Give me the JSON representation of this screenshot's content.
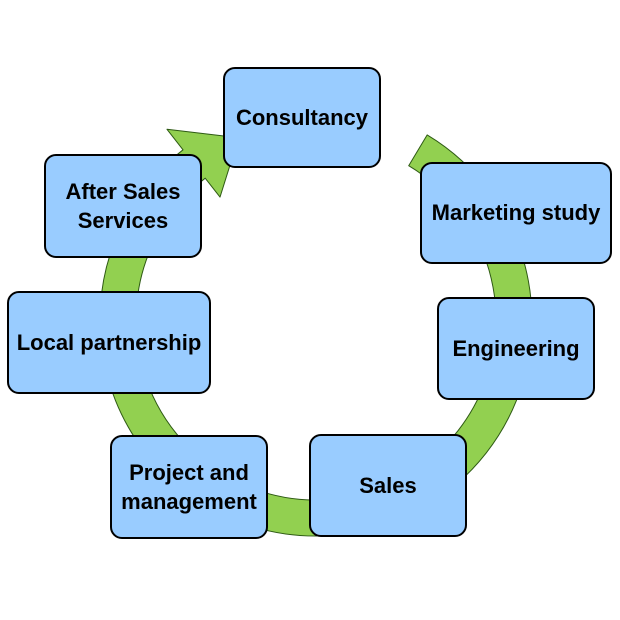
{
  "diagram": {
    "type": "cycle",
    "colors": {
      "box_fill": "#99CCFF",
      "box_border": "#000000",
      "arrow_fill": "#92D050",
      "arrow_stroke": "#2E5A14",
      "text": "#000000"
    },
    "nodes": [
      {
        "id": "consultancy",
        "label": "Consultancy"
      },
      {
        "id": "marketing-study",
        "label": "Marketing study"
      },
      {
        "id": "engineering",
        "label": "Engineering"
      },
      {
        "id": "sales",
        "label": "Sales"
      },
      {
        "id": "project-and-management",
        "label": "Project and\nmanagement"
      },
      {
        "id": "local-partnership",
        "label": "Local partnership"
      },
      {
        "id": "after-sales-services",
        "label": "After Sales\nServices"
      }
    ],
    "flow": "clockwise"
  }
}
